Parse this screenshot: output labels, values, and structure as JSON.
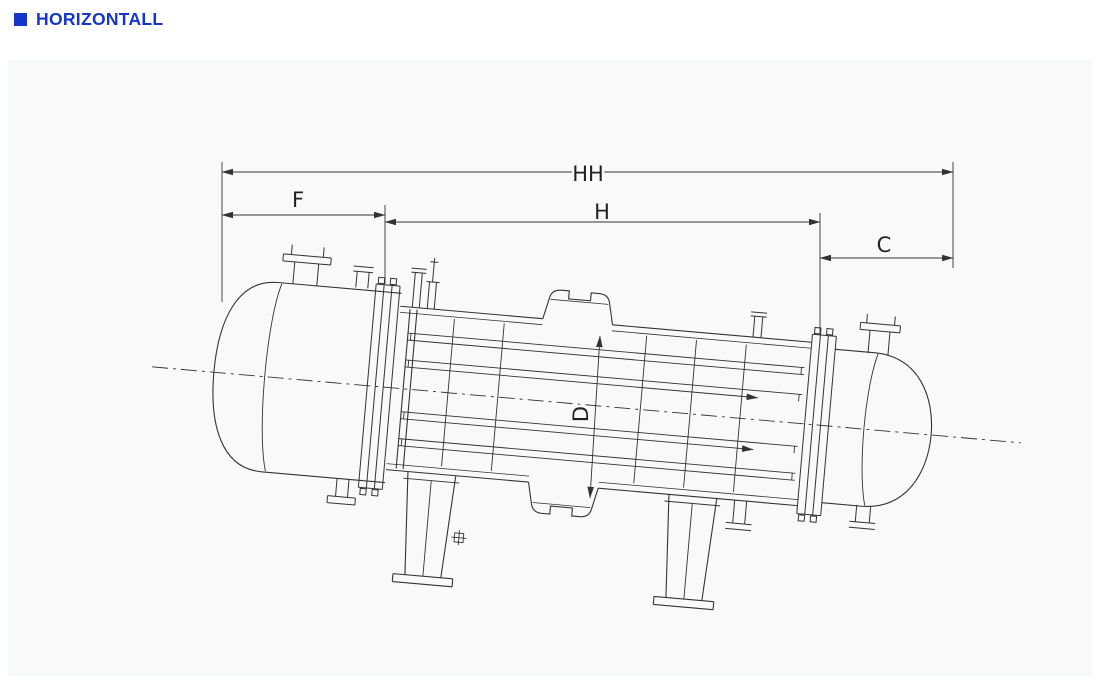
{
  "header": {
    "title": "HORIZONTALL",
    "accent_color": "#1535cb"
  },
  "drawing": {
    "panel_color": "#f8f9f9",
    "line_color": "#333333",
    "dims": {
      "hh": "HH",
      "h": "H",
      "f": "F",
      "c": "C",
      "d": "D"
    }
  }
}
